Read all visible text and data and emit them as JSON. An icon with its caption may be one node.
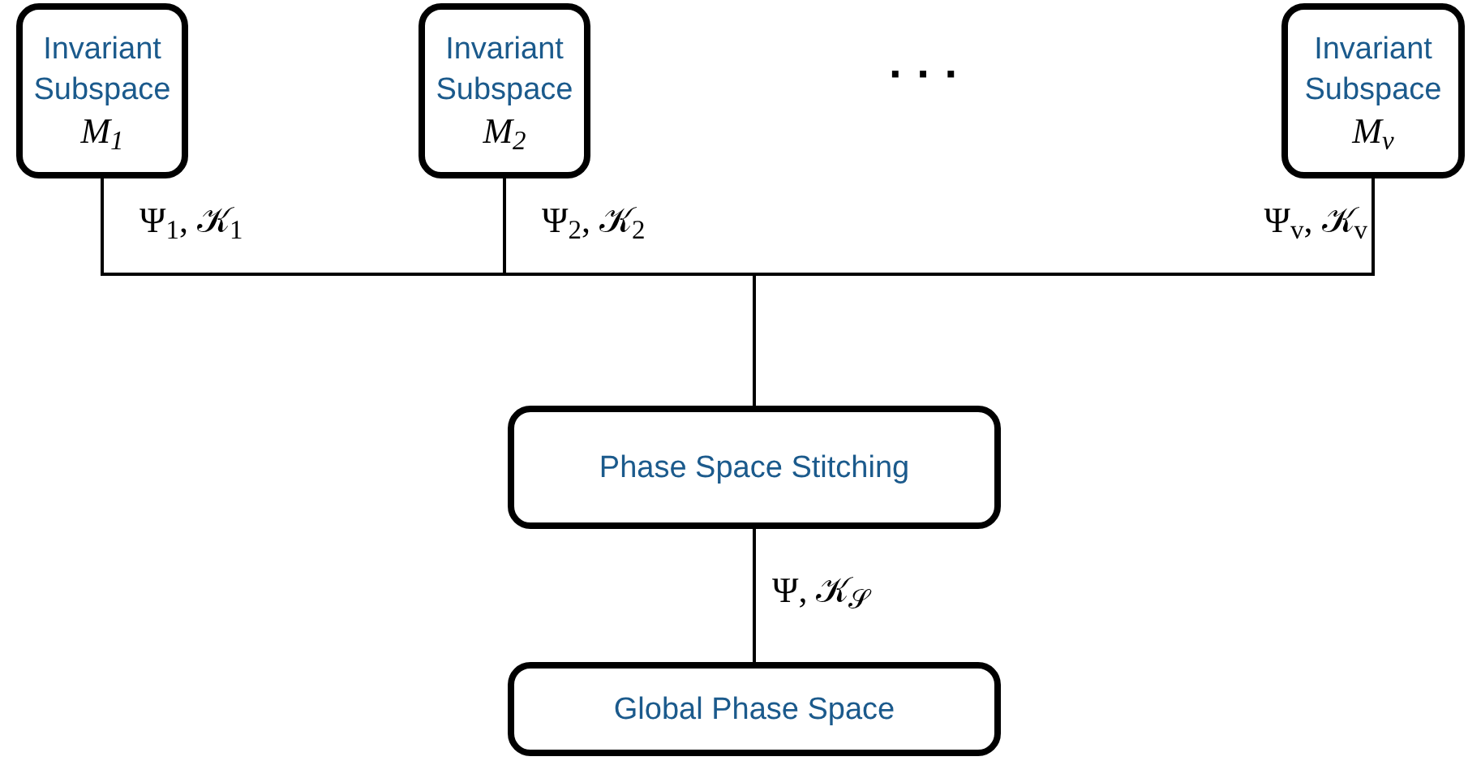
{
  "diagram": {
    "nodes": [
      {
        "text": [
          "Invariant Subspace",
          "M$_{1}$"
        ]
      },
      {
        "text": [
          "Invariant Subspace",
          "M$_{2}$"
        ]
      },
      {
        "text": [
          "Invariant Subspace",
          "M$_{v}$"
        ]
      },
      {
        "text": [
          "Phase Space Stitching"
        ]
      },
      {
        "text": [
          "Global Phase Space"
        ]
      }
    ],
    "edges": [
      {
        "from": 0,
        "to": 3,
        "arrow": "none",
        "label": "Ψ$_{1}$, 𝒦$_{1}$"
      },
      {
        "from": 1,
        "to": 3,
        "arrow": "none",
        "label": "Ψ$_{2}$, 𝒦$_{2}$"
      },
      {
        "from": 2,
        "to": 3,
        "arrow": "none",
        "label": "Ψ$_{v}$, 𝒦$_{v}$"
      },
      {
        "from": 3,
        "to": 4,
        "arrow": "none",
        "label": "Ψ, 𝒦$_{𝒮}$"
      }
    ],
    "labels": [
      "· · ·"
    ]
  }
}
